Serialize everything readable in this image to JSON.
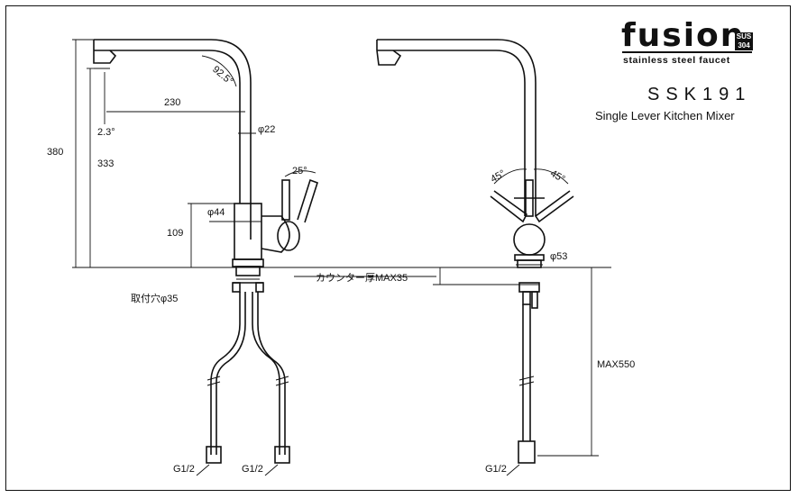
{
  "brand": {
    "name": "fusion",
    "badge_top": "SUS",
    "badge_bottom": "304",
    "subtitle": "stainless steel faucet"
  },
  "product": {
    "model": "SSK191",
    "description": "Single Lever Kitchen Mixer"
  },
  "dimensions": {
    "bend_radius": "92.5°",
    "spout_reach": "230",
    "spout_tilt": "2.3°",
    "pipe_diameter": "φ22",
    "total_height": "380",
    "spout_height": "333",
    "lever_angle_side": "25°",
    "body_diameter": "φ44",
    "body_height": "109",
    "mount_hole": "取付穴φ35",
    "counter_thickness": "カウンター厚MAX35",
    "lever_angle_left": "45°",
    "lever_angle_right": "45°",
    "base_diameter": "φ53",
    "hose_length": "MAX550",
    "thread_left_1": "G1/2",
    "thread_left_2": "G1/2",
    "thread_right": "G1/2"
  },
  "colors": {
    "line": "#111111",
    "background": "#ffffff"
  }
}
